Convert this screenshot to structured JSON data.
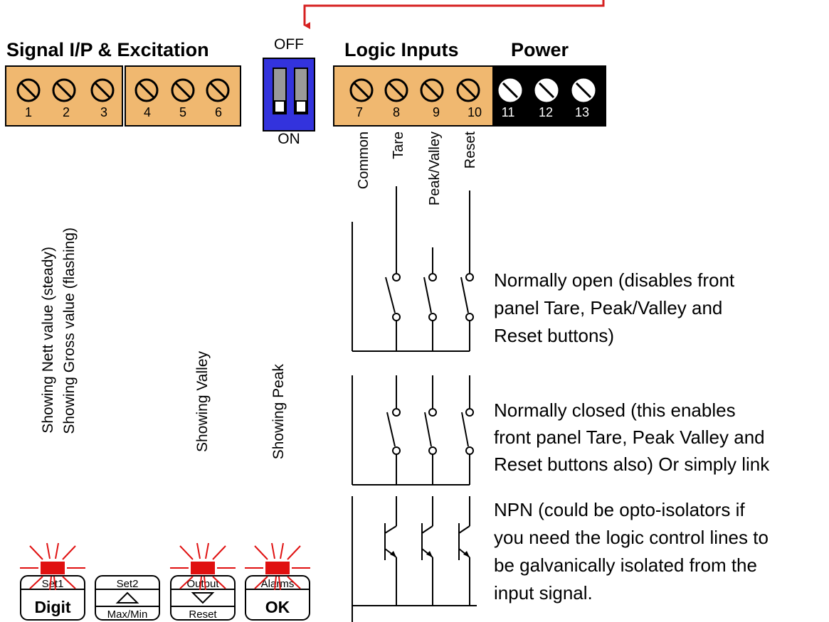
{
  "headers": {
    "signal": "Signal I/P & Excitation",
    "logic": "Logic Inputs",
    "power": "Power"
  },
  "dip": {
    "off_label": "OFF",
    "on_label": "ON"
  },
  "terminals": [
    "1",
    "2",
    "3",
    "4",
    "5",
    "6",
    "7",
    "8",
    "9",
    "10",
    "11",
    "12",
    "13"
  ],
  "logic_lines": [
    "Common",
    "Tare",
    "Peak/Valley",
    "Reset"
  ],
  "status_labels": {
    "nett": "Showing  Nett value (steady)",
    "gross": "Showing Gross value (flashing)",
    "valley": "Showing Valley",
    "peak": "Showing Peak"
  },
  "buttons": [
    {
      "top": "Set1",
      "bottom": "Digit"
    },
    {
      "top": "Set2",
      "bottom": "Max/Min"
    },
    {
      "top": "Output",
      "bottom": "Reset"
    },
    {
      "top": "Alarms",
      "bottom": "OK"
    }
  ],
  "descriptions": {
    "normally_open": [
      "Normally open (disables front",
      "panel Tare, Peak/Valley and",
      "Reset buttons)"
    ],
    "normally_closed": [
      "Normally closed (this enables",
      "front panel Tare, Peak Valley and",
      "Reset buttons also) Or simply link"
    ],
    "npn": [
      "NPN (could be opto-isolators if",
      "you need the logic control lines to",
      "be galvanically  isolated from the",
      "input signal."
    ]
  },
  "colors": {
    "terminal_block": "#f0b870",
    "power_block": "#000000",
    "dip_switch": "#3333dd",
    "arrow": "#d62020",
    "indicator": "#e01010"
  }
}
